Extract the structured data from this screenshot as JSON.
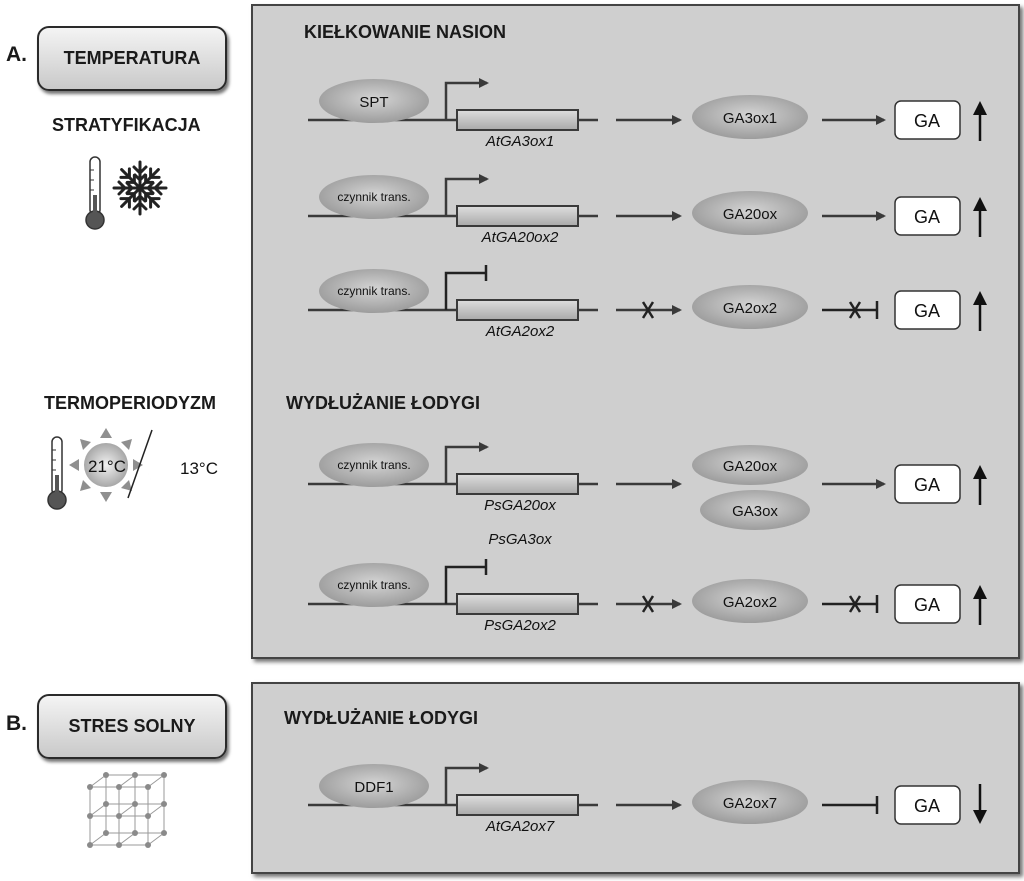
{
  "panel_a": {
    "letter": "A.",
    "category_button": "TEMPERATURA",
    "label_1": "STRATYFIKACJA",
    "label_2": "TERMOPERIODYZM",
    "day_temp": "21°C",
    "night_temp": "13°C",
    "section_1_title": "KIEŁKOWANIE NASION",
    "section_2_title": "WYDŁUŻANIE ŁODYGI",
    "rows": [
      {
        "factor": "SPT",
        "gene": "AtGA3ox1",
        "regulation": "activation",
        "enzymes": [
          "GA3ox1"
        ],
        "enzyme_effect": "activation",
        "product": "GA",
        "ga_change": "up"
      },
      {
        "factor": "czynnik trans.",
        "gene": "AtGA20ox2",
        "regulation": "activation",
        "enzymes": [
          "GA20ox"
        ],
        "enzyme_effect": "activation",
        "product": "GA",
        "ga_change": "up"
      },
      {
        "factor": "czynnik trans.",
        "gene": "AtGA2ox2",
        "regulation": "repression",
        "enzymes": [
          "GA2ox2"
        ],
        "enzyme_effect": "blocked inhibition",
        "product": "GA",
        "ga_change": "up"
      },
      {
        "factor": "czynnik trans.",
        "gene": "PsGA20ox",
        "gene_2": "PsGA3ox",
        "regulation": "activation",
        "enzymes": [
          "GA20ox",
          "GA3ox"
        ],
        "enzyme_effect": "activation",
        "product": "GA",
        "ga_change": "up"
      },
      {
        "factor": "czynnik trans.",
        "gene": "PsGA2ox2",
        "regulation": "repression",
        "enzymes": [
          "GA2ox2"
        ],
        "enzyme_effect": "blocked inhibition",
        "product": "GA",
        "ga_change": "up"
      }
    ]
  },
  "panel_b": {
    "letter": "B.",
    "category_button": "STRES SOLNY",
    "section_title": "WYDŁUŻANIE ŁODYGI",
    "row": {
      "factor": "DDF1",
      "gene": "AtGA2ox7",
      "regulation": "activation",
      "enzymes": [
        "GA2ox7"
      ],
      "enzyme_effect": "inhibition",
      "product": "GA",
      "ga_change": "down"
    }
  },
  "colors": {
    "panel_bg": "#cfcfcf",
    "ellipse": "#a9a9a9",
    "line": "#3a3a3a"
  }
}
